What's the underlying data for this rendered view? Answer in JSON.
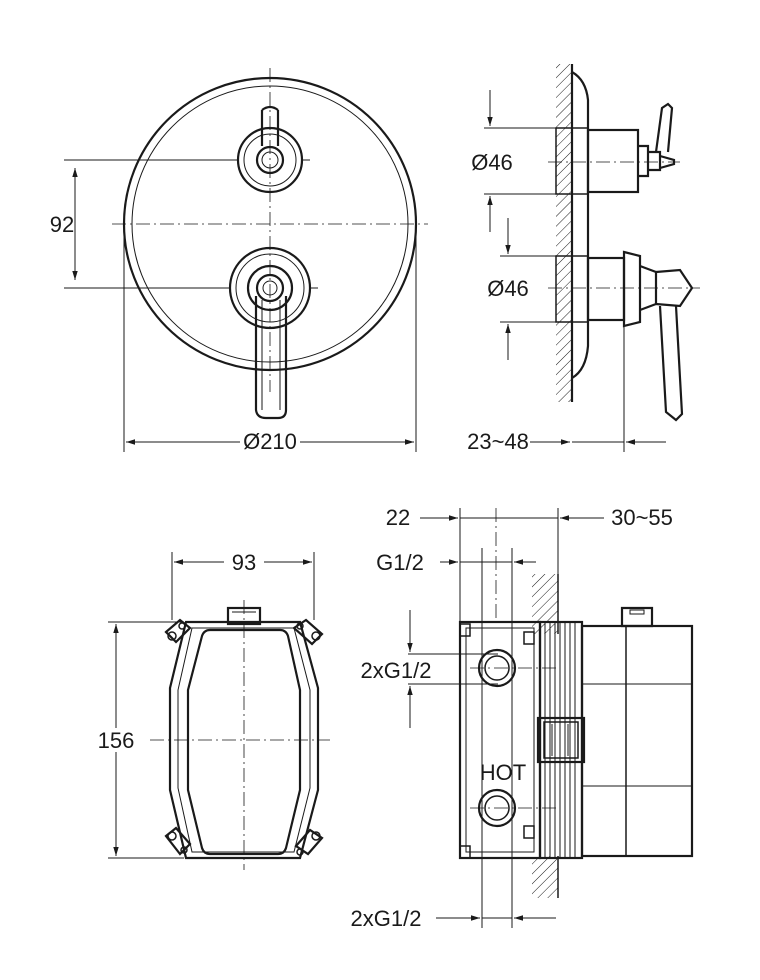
{
  "dimensions": {
    "front_height": "92",
    "front_diameter": "Ø210",
    "side_dia_top": "Ø46",
    "side_dia_bottom": "Ø46",
    "side_projection": "23~48",
    "box_width": "93",
    "box_height": "156",
    "depth_top": "22",
    "depth_range": "30~55",
    "thread_top": "G1/2",
    "thread_side": "2xG1/2",
    "thread_bottom": "2xG1/2",
    "hot_label": "HOT"
  },
  "colors": {
    "line": "#1a1a1a",
    "background": "#ffffff"
  }
}
